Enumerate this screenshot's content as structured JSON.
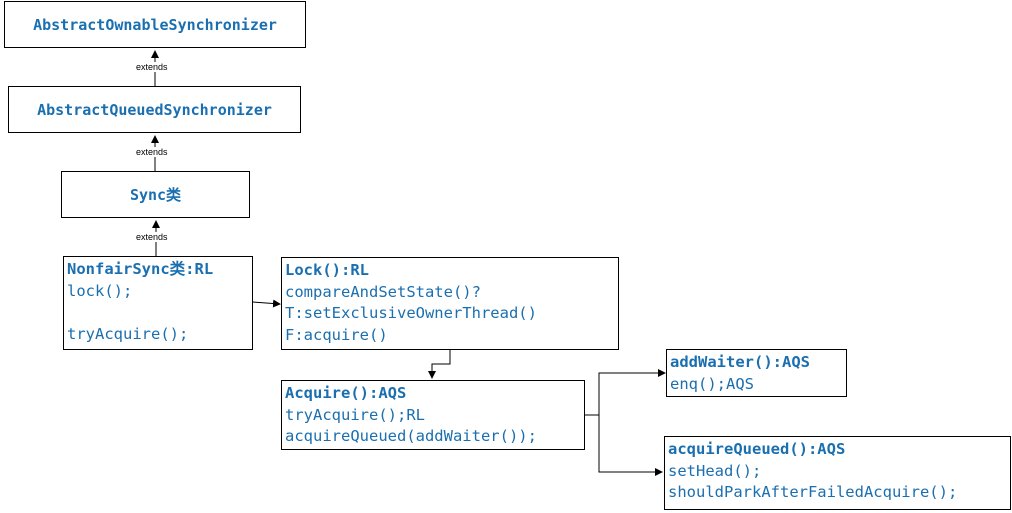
{
  "colors": {
    "code_text": "#1a6fb0",
    "lines": "#000000"
  },
  "hierarchy": {
    "aos_label": "AbstractOwnableSynchronizer",
    "aqs_label": "AbstractQueuedSynchronizer",
    "sync_label": "Sync类",
    "extends_1": "extends",
    "extends_2": "extends",
    "extends_3": "extends"
  },
  "nonfair": {
    "title": "NonfairSync类:RL",
    "line1": "lock();",
    "line2": "",
    "line3": "tryAcquire();"
  },
  "lock": {
    "title": "Lock():RL",
    "line1": "compareAndSetState()?",
    "line2": "T:setExclusiveOwnerThread()",
    "line3": "F:acquire()"
  },
  "acquire": {
    "title": "Acquire():AQS",
    "line1": "tryAcquire();RL",
    "line2": "acquireQueued(addWaiter());"
  },
  "add_waiter": {
    "title": "addWaiter():AQS",
    "line1": "enq();AQS"
  },
  "acquire_queued": {
    "title": "acquireQueued():AQS",
    "line1": "setHead();",
    "line2": "shouldParkAfterFailedAcquire();"
  }
}
